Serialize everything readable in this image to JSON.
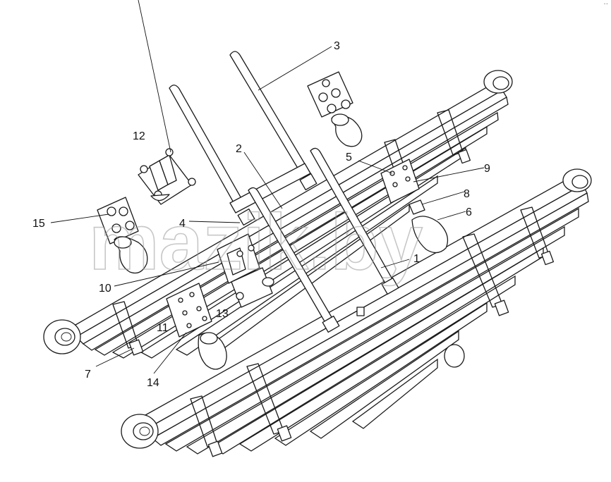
{
  "callouts": [
    {
      "label": "1"
    },
    {
      "label": "2"
    },
    {
      "label": "3"
    },
    {
      "label": "4"
    },
    {
      "label": "5"
    },
    {
      "label": "6"
    },
    {
      "label": "7"
    },
    {
      "label": "8"
    },
    {
      "label": "9"
    },
    {
      "label": "10"
    },
    {
      "label": "11"
    },
    {
      "label": "12"
    },
    {
      "label": "13"
    },
    {
      "label": "14"
    },
    {
      "label": "15"
    }
  ],
  "watermark": "mazik.by",
  "corner_mark": "··"
}
